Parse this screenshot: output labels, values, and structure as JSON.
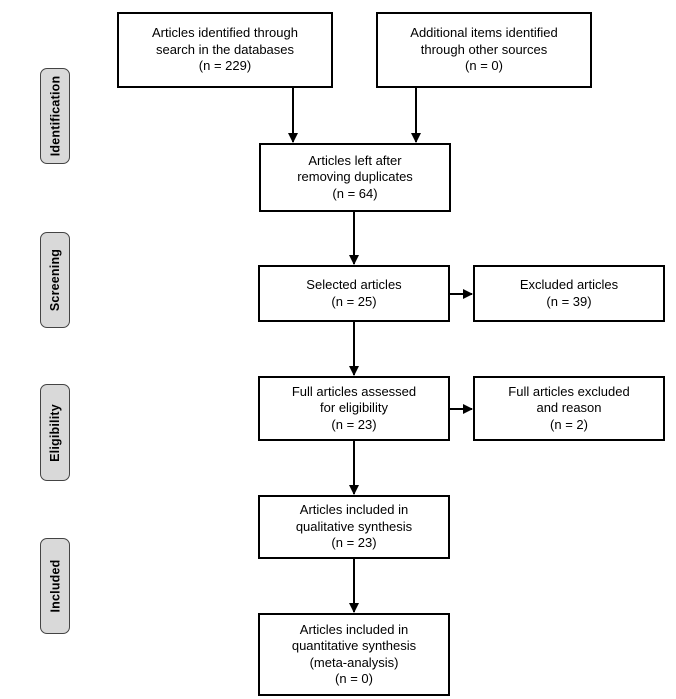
{
  "stages": {
    "identification": "Identification",
    "screening": "Screening",
    "eligibility": "Eligibility",
    "included": "Included"
  },
  "boxes": {
    "identified_databases": [
      "Articles identified through",
      "search in the databases",
      "(n = 229)"
    ],
    "additional_sources": [
      "Additional items identified",
      "through other sources",
      "(n = 0)"
    ],
    "after_duplicates": [
      "Articles left after",
      "removing duplicates",
      "(n = 64)"
    ],
    "selected": [
      "Selected articles",
      "(n = 25)"
    ],
    "excluded": [
      "Excluded articles",
      "(n = 39)"
    ],
    "full_assessed": [
      "Full articles assessed",
      "for eligibility",
      "(n = 23)"
    ],
    "full_excluded": [
      "Full articles excluded",
      "and reason",
      "(n = 2)"
    ],
    "qualitative": [
      "Articles included in",
      "qualitative synthesis",
      "(n = 23)"
    ],
    "quantitative": [
      "Articles included in",
      "quantitative synthesis",
      "(meta-analysis)",
      "(n = 0)"
    ]
  },
  "colors": {
    "stroke": "#000000",
    "stage_fill": "#d9d9d9",
    "stage_border": "#444444"
  }
}
